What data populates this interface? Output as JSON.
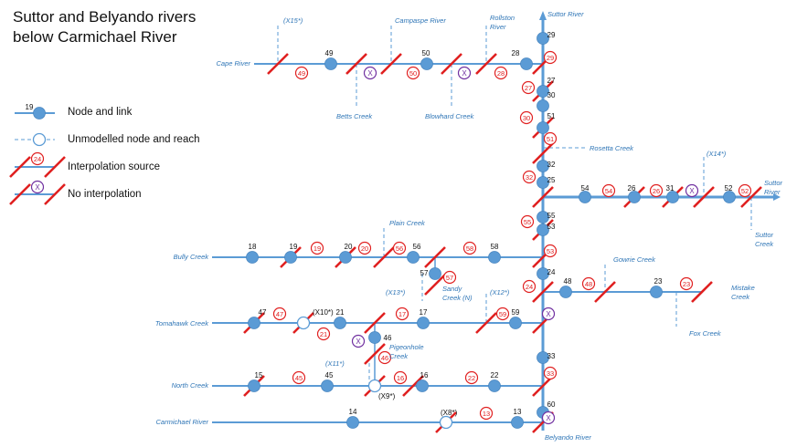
{
  "title": {
    "line1": "Suttor and Belyando rivers",
    "line2": "below Carmichael River"
  },
  "legend": {
    "node_link": "Node and link",
    "node_link_id": "19",
    "unmodelled": "Unmodelled node and reach",
    "interp_source": "Interpolation source",
    "interp_source_id": "24",
    "no_interp": "No interpolation",
    "no_interp_mark": "X"
  },
  "colors": {
    "river": "#5B9BD5",
    "node": "#5B9BD5",
    "slash": "#E02020",
    "no_interp": "#7030A0",
    "label": "#2E75B6"
  },
  "streams": {
    "suttor_river_top": "Suttor River",
    "cape_river": "Cape River",
    "x15": "(X15*)",
    "campaspe_river": "Campaspe River",
    "rollston_river": "Rollston River",
    "betts_creek": "Betts Creek",
    "blowhard_creek": "Blowhard Creek",
    "rosetta_creek": "Rosetta Creek",
    "x14": "(X14*)",
    "suttor_river_right": "Suttor River",
    "suttor_creek": "Suttor Creek",
    "plain_creek": "Plain Creek",
    "bully_creek": "Bully Creek",
    "gowrie_creek": "Gowrie Creek",
    "mistake_creek": "Mistake Creek",
    "fox_creek": "Fox Creek",
    "sandy_creek": "Sandy Creek (N)",
    "x13": "(X13*)",
    "x12": "(X12*)",
    "tomahawk_creek": "Tomahawk Creek",
    "x10": "(X10*)",
    "pigeonhole_creek": "Pigeonhole Creek",
    "x11": "(X11*)",
    "north_creek": "North Creek",
    "x9": "(X9*)",
    "carmichael_river": "Carmichael River",
    "x8": "(X8*)",
    "belyando_river": "Belyando River"
  },
  "nodes": [
    "29",
    "27",
    "30",
    "51",
    "32",
    "25",
    "55",
    "53",
    "24",
    "33",
    "60",
    "49",
    "50",
    "28",
    "54",
    "26",
    "31",
    "52",
    "18",
    "19",
    "20",
    "56",
    "58",
    "57",
    "48",
    "23",
    "47",
    "21",
    "17",
    "59",
    "46",
    "15",
    "45",
    "16",
    "22",
    "14",
    "13"
  ],
  "interp_labels": [
    "49",
    "50",
    "28",
    "29",
    "27",
    "30",
    "51",
    "32",
    "54",
    "26",
    "52",
    "55",
    "19",
    "20",
    "56",
    "58",
    "53",
    "57",
    "24",
    "48",
    "23",
    "47",
    "21",
    "17",
    "59",
    "46",
    "45",
    "16",
    "22",
    "33",
    "13"
  ],
  "no_interp_mark": "X"
}
